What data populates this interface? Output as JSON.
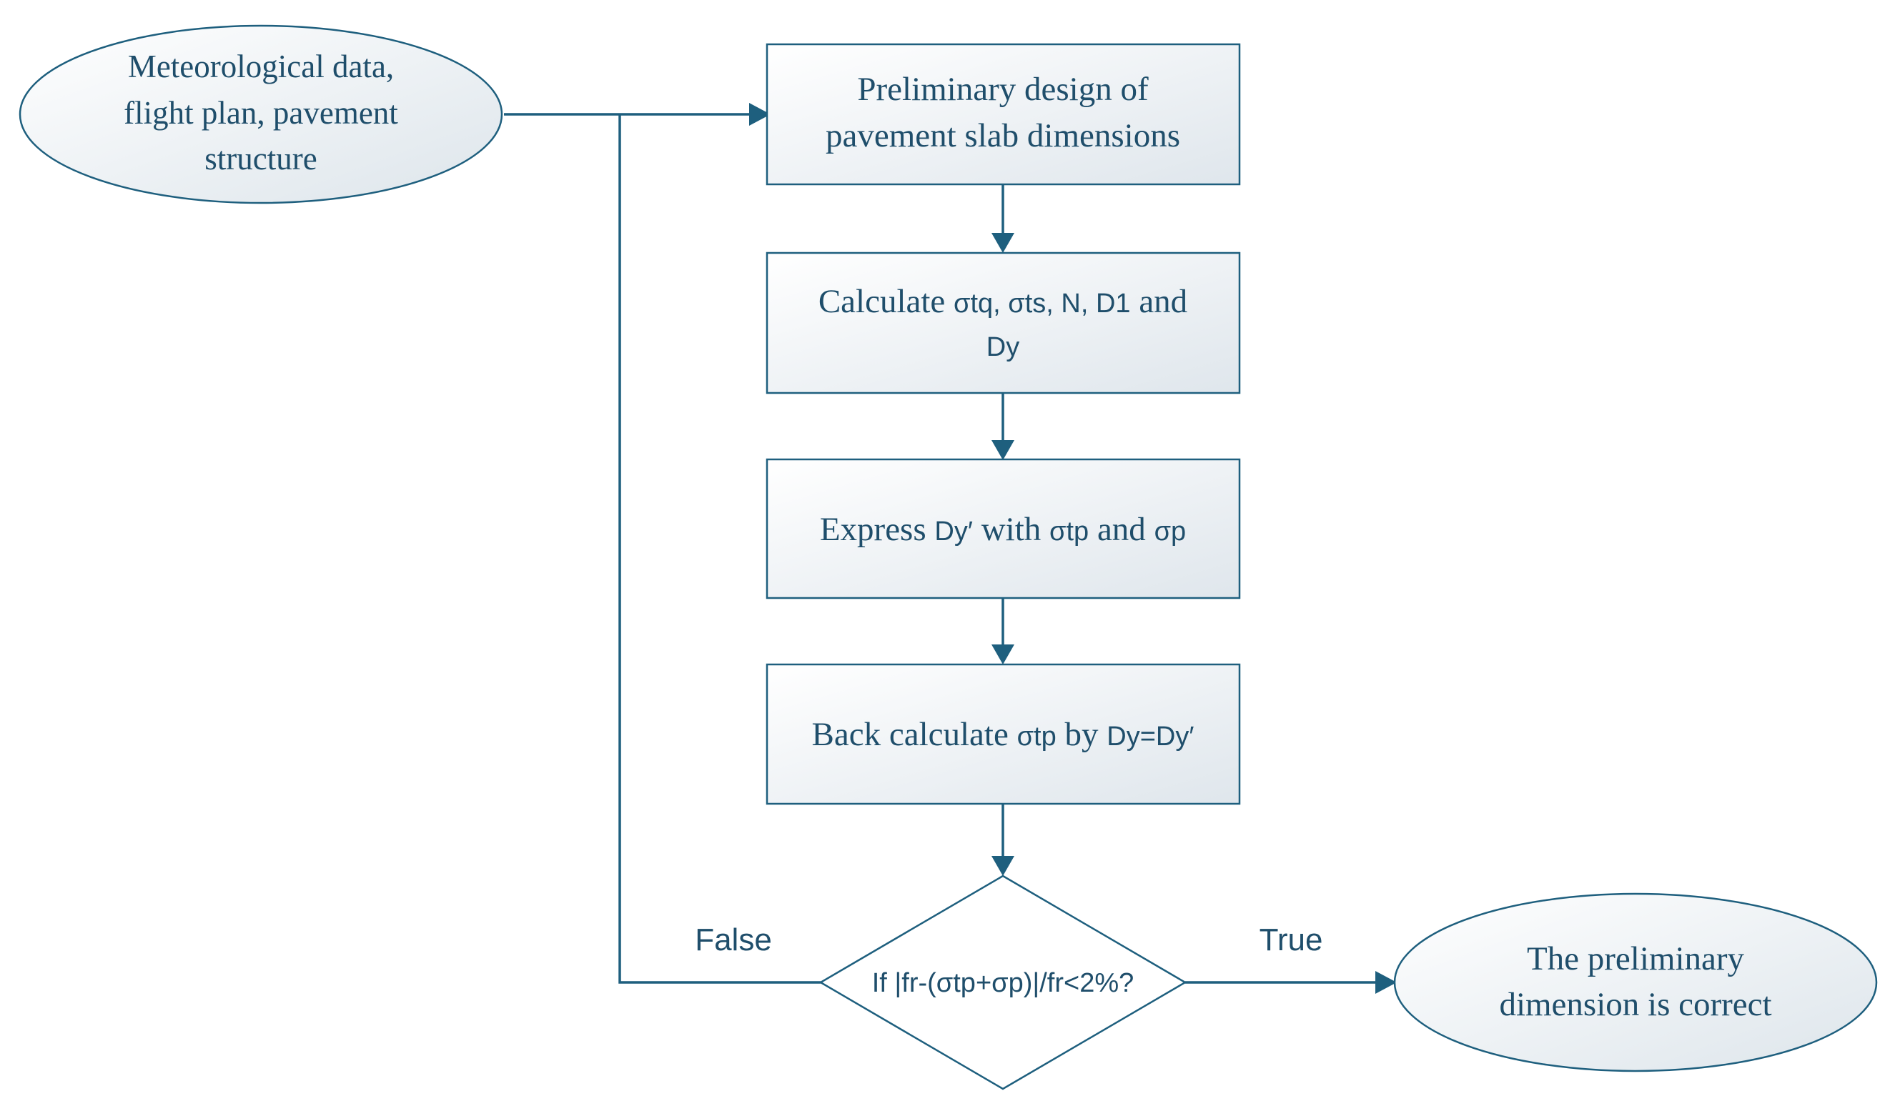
{
  "nodes": {
    "input": {
      "lines": [
        "Meteorological data,",
        "flight plan, pavement",
        "structure"
      ]
    },
    "step1": {
      "lines": [
        "Preliminary design of",
        "pavement slab dimensions"
      ]
    },
    "step2": {
      "line1_serif": "Calculate ",
      "line1_sans": "σtq, σts, N, D1",
      "line1_tail": " and",
      "line2": "Dy"
    },
    "step3": {
      "a": "Express ",
      "b": "Dy′",
      "c": " with ",
      "d": "σtp",
      "e": " and ",
      "f": "σp"
    },
    "step4": {
      "a": "Back calculate ",
      "b": "σtp",
      "c": " by ",
      "d": "Dy=Dy′"
    },
    "decision": {
      "label": "If |fr-(σtp+σp)|/fr<2%?"
    },
    "output": {
      "lines": [
        "The preliminary",
        "dimension is correct"
      ]
    }
  },
  "edges": {
    "false_label": "False",
    "true_label": "True"
  },
  "colors": {
    "stroke": "#1e5f7e",
    "text": "#1f4e6b"
  }
}
